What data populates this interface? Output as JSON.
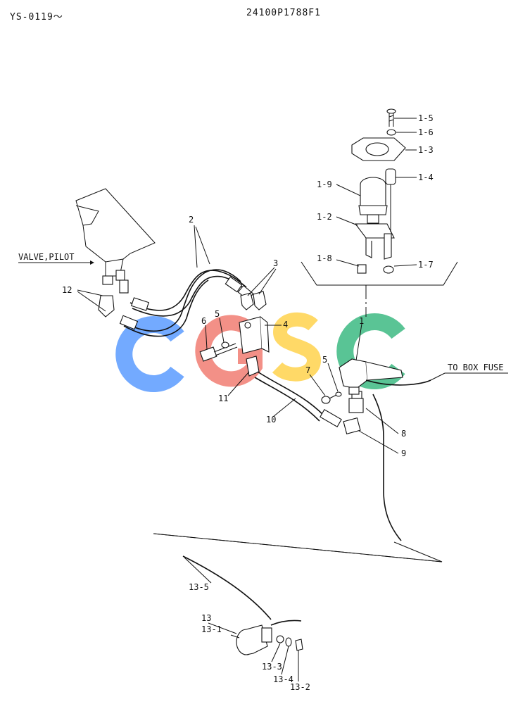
{
  "header": {
    "left": "YS-0119～",
    "center": "24100P1788F1"
  },
  "labels": {
    "valve_pilot": "VALVE,PILOT",
    "to_box_fuse": "TO BOX FUSE",
    "p1": "1",
    "p1_2": "1-2",
    "p1_3": "1-3",
    "p1_4": "1-4",
    "p1_5": "1-5",
    "p1_6": "1-6",
    "p1_7": "1-7",
    "p1_8": "1-8",
    "p1_9": "1-9",
    "p2": "2",
    "p3": "3",
    "p4": "4",
    "p5a": "5",
    "p5b": "5",
    "p6": "6",
    "p7": "7",
    "p8": "8",
    "p9": "9",
    "p10": "10",
    "p11": "11",
    "p12": "12",
    "p13": "13",
    "p13_1": "13-1",
    "p13_2": "13-2",
    "p13_3": "13-3",
    "p13_4": "13-4",
    "p13_5": "13-5"
  },
  "watermark": {
    "colors": [
      "#5b9cff",
      "#f27d73",
      "#ffd34d",
      "#3dba83"
    ]
  }
}
